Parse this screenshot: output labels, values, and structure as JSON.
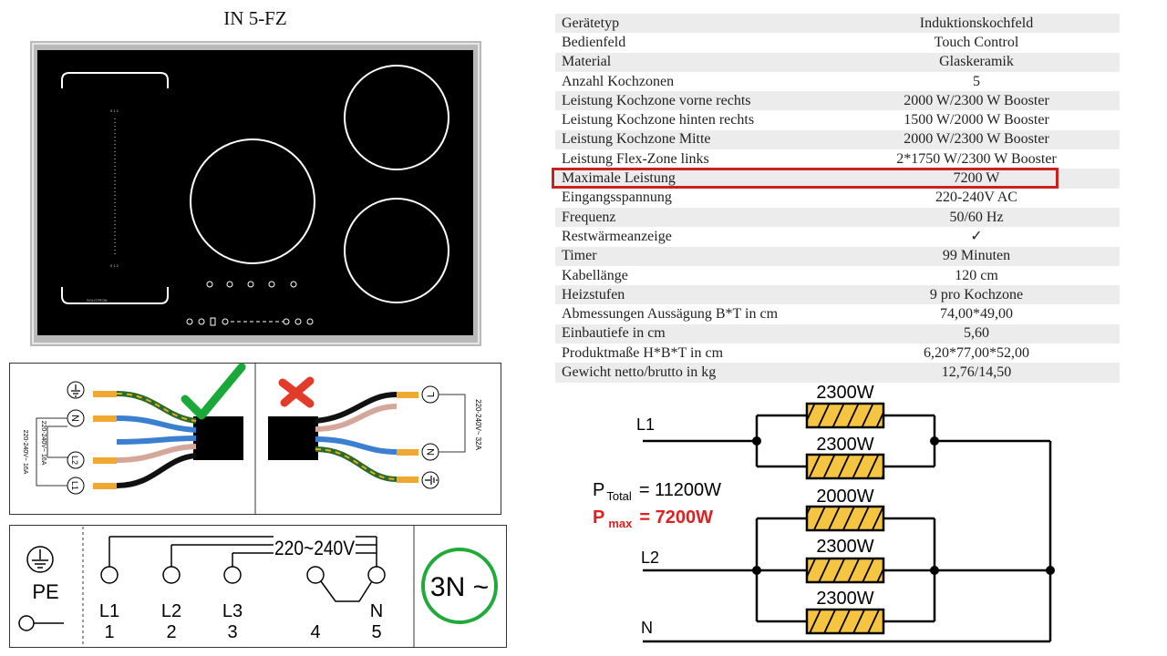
{
  "title": "IN 5-FZ",
  "specs": [
    {
      "label": "Gerätetyp",
      "value": "Induktionskochfeld"
    },
    {
      "label": "Bedienfeld",
      "value": "Touch Control"
    },
    {
      "label": "Material",
      "value": "Glaskeramik"
    },
    {
      "label": "Anzahl Kochzonen",
      "value": "5"
    },
    {
      "label": "Leistung Kochzone vorne rechts",
      "value": "2000 W/2300 W Booster"
    },
    {
      "label": "Leistung Kochzone hinten rechts",
      "value": "1500 W/2000 W Booster"
    },
    {
      "label": "Leistung Kochzone Mitte",
      "value": "2000 W/2300 W Booster"
    },
    {
      "label": "Leistung Flex-Zone links",
      "value": "2*1750 W/2300 W Booster"
    },
    {
      "label": "Maximale Leistung",
      "value": "7200 W",
      "highlighted": true
    },
    {
      "label": "Eingangsspannung",
      "value": "220-240V AC"
    },
    {
      "label": "Frequenz",
      "value": "50/60 Hz"
    },
    {
      "label": "Restwärmeanzeige",
      "value": "✓"
    },
    {
      "label": "Timer",
      "value": "99 Minuten"
    },
    {
      "label": "Kabellänge",
      "value": "120 cm"
    },
    {
      "label": "Heizstufen",
      "value": "9 pro Kochzone"
    },
    {
      "label": "Abmessungen Aussägung B*T in cm",
      "value": "74,00*49,00"
    },
    {
      "label": "Einbautiefe in cm",
      "value": "5,60"
    },
    {
      "label": "Produktmaße H*B*T in cm",
      "value": "6,20*77,00*52,00"
    },
    {
      "label": "Gewicht netto/brutto in kg",
      "value": "12,76/14,50"
    }
  ],
  "wiring": {
    "correct": {
      "terminals": [
        "L1",
        "L2",
        "N"
      ],
      "labels": [
        "220-240V~ 16A",
        "220-240V~ 16A"
      ]
    },
    "incorrect": {
      "terminals": [
        "L",
        "N"
      ],
      "label": "220-240V~ 32A"
    }
  },
  "terminal_block": {
    "voltage": "220~240V",
    "pe": "PE",
    "names": [
      "L1",
      "L2",
      "L3",
      "",
      "N"
    ],
    "numbers": [
      "1",
      "2",
      "3",
      "4",
      "5"
    ],
    "badge": "3N ~"
  },
  "circuit": {
    "lines": [
      "L1",
      "L2",
      "N"
    ],
    "resistors": [
      "2300W",
      "2300W",
      "2000W",
      "2300W",
      "2300W"
    ],
    "p_total_label": "P",
    "p_total_sub": "Total",
    "p_total_value": "= 11200W",
    "p_max_label": "P",
    "p_max_sub": "max",
    "p_max_value": "= 7200W"
  },
  "colors": {
    "highlight": "#cc1f1f",
    "check": "#1aa83a",
    "cross": "#e23b2a",
    "resistor": "#f5c542",
    "badge_ring": "#1faa3a"
  }
}
